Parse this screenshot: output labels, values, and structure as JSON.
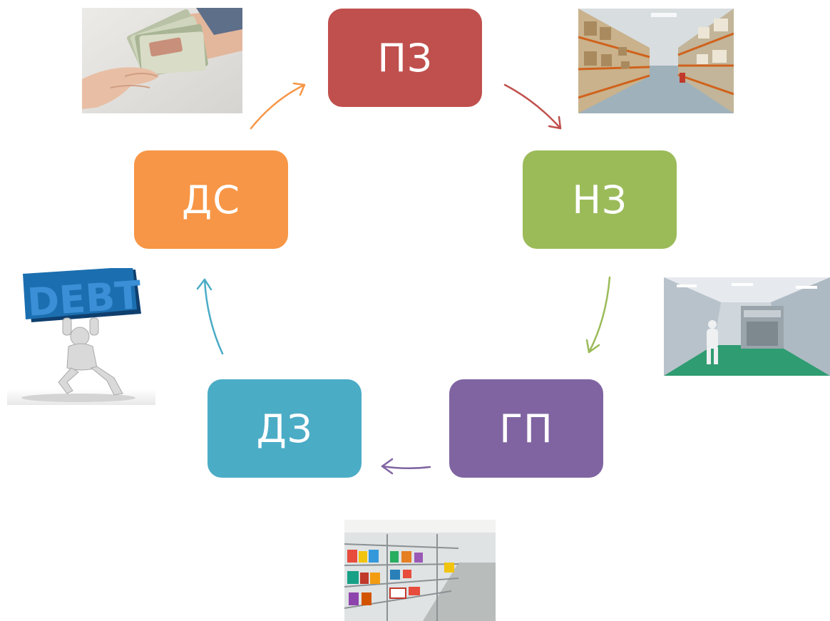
{
  "nodes": {
    "pz": {
      "label": "ПЗ",
      "color": "#c0504d"
    },
    "nz": {
      "label": "НЗ",
      "color": "#9bbb59"
    },
    "gp": {
      "label": "ГП",
      "color": "#8064a2"
    },
    "dz": {
      "label": "ДЗ",
      "color": "#4bacc6"
    },
    "ds": {
      "label": "ДС",
      "color": "#f79646"
    }
  },
  "images": {
    "money": "money-handover-photo",
    "warehouse": "warehouse-shelves-photo",
    "cleanroom": "cleanroom-production-photo",
    "pharmacy": "pharmacy-shelves-photo",
    "debt": "debt-figure-illustration",
    "debt_text": "DEBT"
  }
}
